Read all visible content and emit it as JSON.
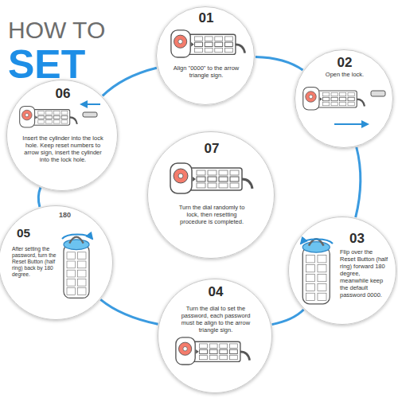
{
  "diagram": {
    "title": "HOW TO SET",
    "nodes": [
      {
        "text": [
          "01",
          "Align \"0000\" to the arrow triangle sign."
        ]
      },
      {
        "text": [
          "02",
          "Open the lock."
        ]
      },
      {
        "text": [
          "03",
          "Flip over the Reset Button (half ring) forward 180 degree, meanwhile keep the default password 0000."
        ]
      },
      {
        "text": [
          "04",
          "Turn the dial to set the password, each password must be align to the arrow triangle sign."
        ]
      },
      {
        "text": [
          "05",
          "After setting the password, turn the Reset Button (half ring) back by 180 degree."
        ]
      },
      {
        "text": [
          "06",
          "Insert the cylinder into the lock hole. Keep reset numbers to arrow sign, insert the cylinder into the lock hole."
        ]
      },
      {
        "text": [
          "07",
          "Turn the dial randomly to lock, then resetting procedure is completed."
        ]
      }
    ],
    "edges": [
      {
        "from": 0,
        "to": 1,
        "arrow": "none"
      },
      {
        "from": 1,
        "to": 2,
        "arrow": "none"
      },
      {
        "from": 2,
        "to": 3,
        "arrow": "none"
      },
      {
        "from": 3,
        "to": 4,
        "arrow": "none"
      },
      {
        "from": 4,
        "to": 5,
        "arrow": "none"
      },
      {
        "from": 5,
        "to": 0,
        "arrow": "none"
      }
    ],
    "labels": [
      "180"
    ]
  }
}
